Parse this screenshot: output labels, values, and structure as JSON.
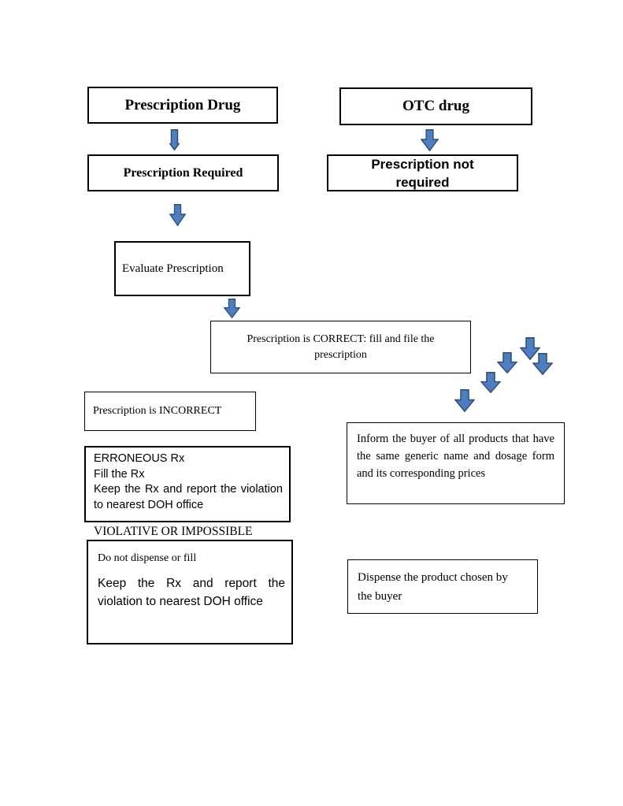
{
  "diagram": {
    "type": "flowchart",
    "background": "#ffffff",
    "colors": {
      "arrow_fill": "#4d7ebf",
      "arrow_stroke": "#2e4d7b",
      "box_border": "#000000",
      "text": "#000000"
    },
    "nodes": {
      "prescription_drug": "Prescription Drug",
      "otc_drug": "OTC drug",
      "prescription_required": "Prescription Required",
      "prescription_not_required": "Prescription not required",
      "evaluate_prescription": "Evaluate Prescription",
      "prescription_correct": "Prescription is CORRECT:  fill and file the prescription",
      "prescription_incorrect": "Prescription is INCORRECT",
      "erroneous_rx_line1": "ERRONEOUS Rx",
      "erroneous_rx_line2": "Fill the Rx",
      "erroneous_rx_line3": "Keep the Rx and report the violation to nearest DOH office",
      "violative_label": "VIOLATIVE OR IMPOSSIBLE",
      "do_not_dispense_line1": "Do not dispense or fill",
      "do_not_dispense_line2": "Keep the Rx and report the violation to nearest DOH office",
      "inform_buyer": "Inform the buyer of all products that have the same generic name and dosage form and its corresponding prices",
      "dispense_product": "Dispense the product chosen by the buyer"
    },
    "icons": {
      "down_arrow": "down-arrow"
    }
  }
}
